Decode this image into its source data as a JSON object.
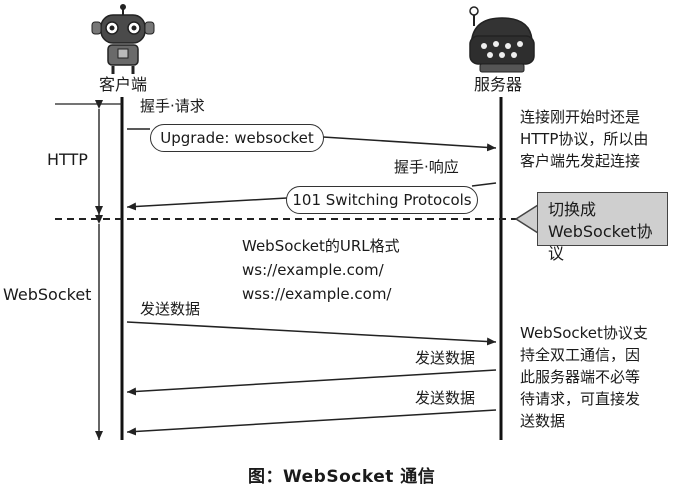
{
  "client": {
    "label": "客户端"
  },
  "server": {
    "label": "服务器"
  },
  "phases": {
    "http": "HTTP",
    "websocket": "WebSocket"
  },
  "messages": {
    "handshake_request": "握手·请求",
    "upgrade": "Upgrade: websocket",
    "handshake_response": "握手·响应",
    "switching": "101 Switching Protocols",
    "send_data_1": "发送数据",
    "send_data_2": "发送数据",
    "send_data_3": "发送数据"
  },
  "url_format": {
    "title": "WebSocket的URL格式",
    "line1": "ws://example.com/",
    "line2": "wss://example.com/"
  },
  "notes": {
    "http_note": [
      "连接刚开始时还是",
      "HTTP协议，所以由",
      "客户端先发起连接"
    ],
    "switch_note": [
      "切换成",
      "WebSocket协议"
    ],
    "ws_note": [
      "WebSocket协议支",
      "持全双工通信，因",
      "此服务器端不必等",
      "待请求，可直接发",
      "送数据"
    ]
  },
  "caption": "图：WebSocket 通信"
}
